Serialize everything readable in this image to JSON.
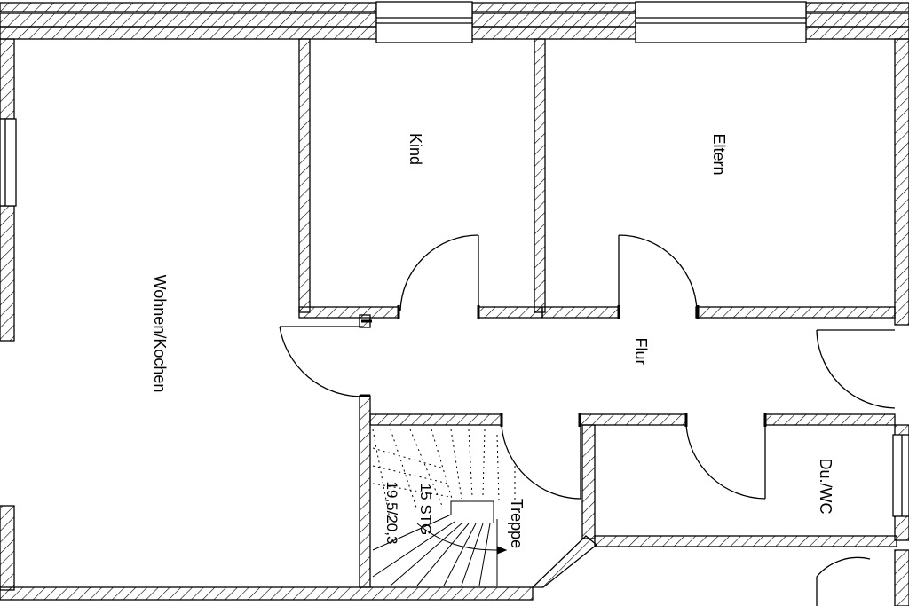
{
  "rooms": {
    "kind": "Kind",
    "eltern": "Eltern",
    "wohnen": "Wohnen/Kochen",
    "flur": "Flur",
    "duwc": "Du./WC",
    "treppe": "Treppe"
  },
  "stairs": {
    "steps": "15 STG",
    "ratio": "19,5/20,3"
  },
  "colors": {
    "line": "#000000",
    "background": "#ffffff"
  }
}
